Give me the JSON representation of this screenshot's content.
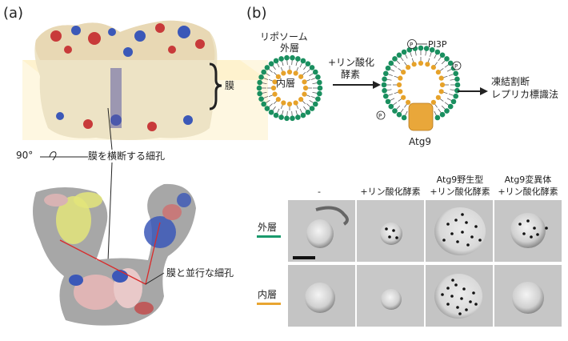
{
  "panel_a": {
    "label": "(a)",
    "membrane_label": "膜",
    "rotation_label": "90°",
    "transverse_pore_label": "膜を横断する細孔",
    "parallel_pore_label": "膜と並行な細孔"
  },
  "panel_b": {
    "label": "(b)",
    "liposome_label": "リポソーム",
    "outer_leaflet": "外層",
    "inner_leaflet": "内層",
    "add_lipase_line1": "+リン酸化",
    "add_lipase_line2": "酵素",
    "pi3p_label": "PI3P",
    "p_symbol": "P",
    "atg9_label": "Atg9",
    "method_line1": "凍結割断",
    "method_line2": "レプリカ標識法",
    "columns": [
      {
        "line1": "",
        "line2": "-"
      },
      {
        "line1": "",
        "line2": "+リン酸化酵素"
      },
      {
        "line1": "Atg9野生型",
        "line2": "+リン酸化酵素"
      },
      {
        "line1": "Atg9変異体",
        "line2": "+リン酸化酵素"
      }
    ],
    "rows": [
      {
        "label": "外層",
        "color": "#1a9a6c"
      },
      {
        "label": "内層",
        "color": "#e8a531"
      }
    ],
    "colors": {
      "outer_head": "#1a8f5f",
      "inner_head": "#e6a22a",
      "atg9": "#e9a73a"
    }
  }
}
